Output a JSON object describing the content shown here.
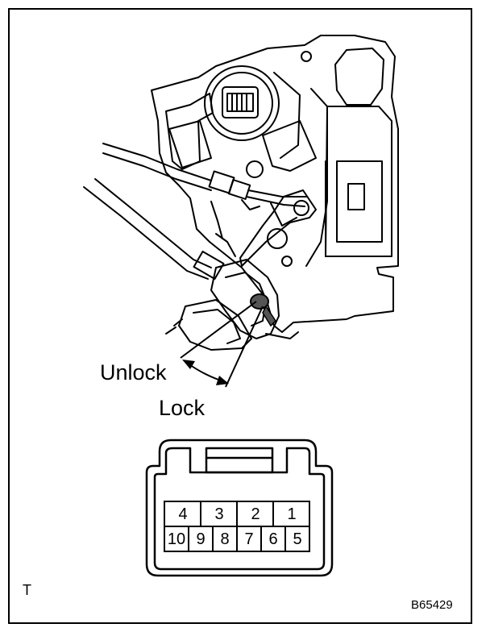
{
  "labels": {
    "unlock": "Unlock",
    "lock": "Lock",
    "corner_mark": "T",
    "figure_code": "B65429"
  },
  "connector": {
    "top_row": [
      "4",
      "3",
      "2",
      "1"
    ],
    "bottom_row": [
      "10",
      "9",
      "8",
      "7",
      "6",
      "5"
    ]
  },
  "colors": {
    "ink": "#000000",
    "paper": "#ffffff",
    "hatch": "#555555"
  }
}
